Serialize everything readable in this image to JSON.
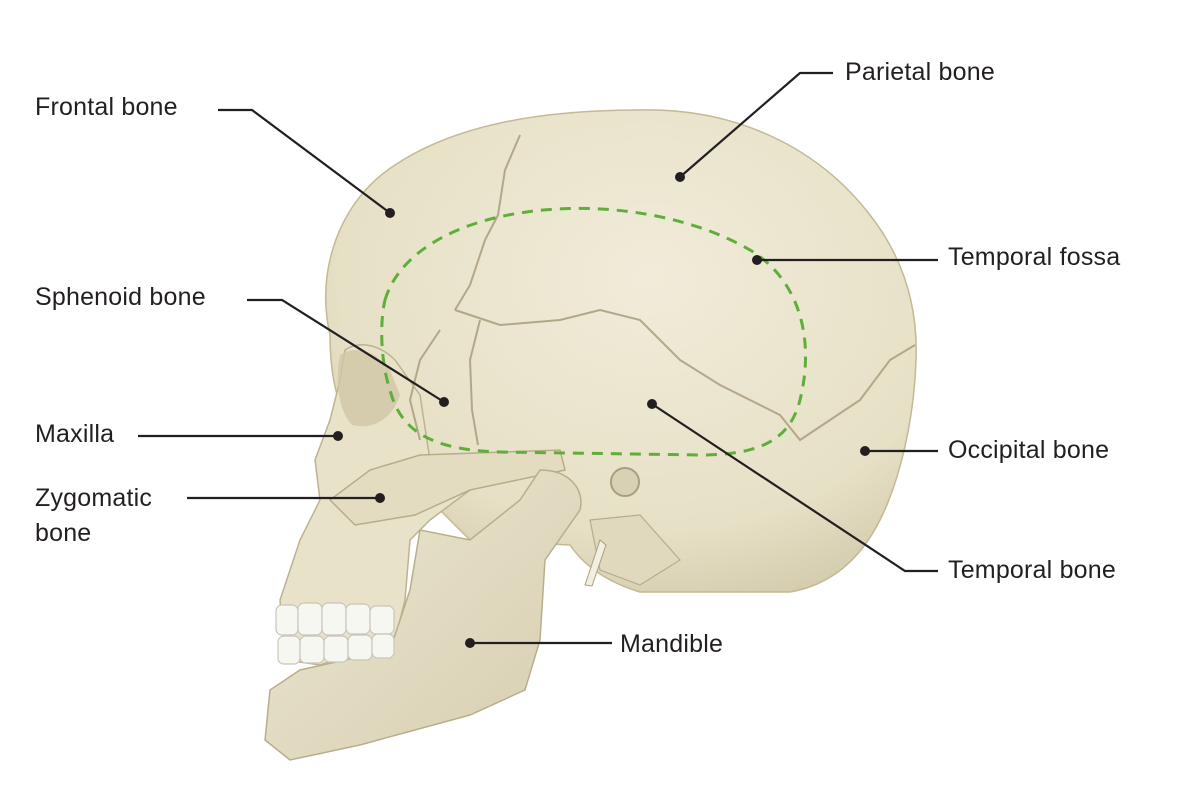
{
  "diagram": {
    "labels": {
      "frontal": "Frontal bone",
      "parietal": "Parietal bone",
      "temporal_fossa": "Temporal fossa",
      "sphenoid": "Sphenoid bone",
      "maxilla": "Maxilla",
      "zygomatic_line1": "Zygomatic",
      "zygomatic_line2": "bone",
      "occipital": "Occipital bone",
      "temporal_bone": "Temporal bone",
      "mandible": "Mandible"
    },
    "colors": {
      "bone": "#ebe6cf",
      "bone_shadow": "#d4ccaf",
      "suture": "#b9b196",
      "teeth": "#f7f7f2",
      "leader": "#231f20",
      "fossa_outline": "#5fae3a"
    }
  }
}
